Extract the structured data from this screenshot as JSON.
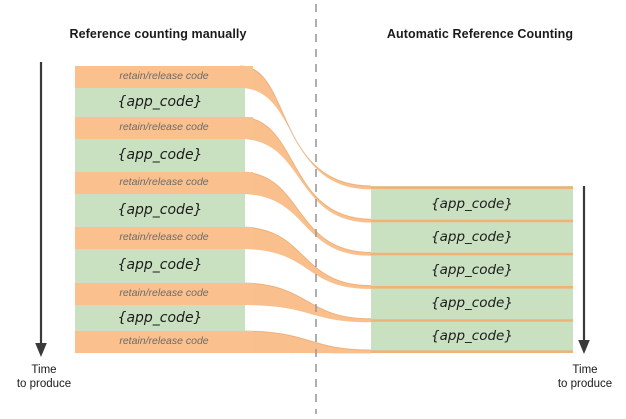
{
  "diagram": {
    "title_left": "Reference counting manually",
    "title_right": "Automatic Reference Counting",
    "axis_caption_line1": "Time",
    "axis_caption_line2": "to produce",
    "colors": {
      "retain_fill": "#fac08e",
      "app_fill": "#c9e1c1",
      "ribbon_fill": "#f9c08d",
      "ribbon_stroke": "#e8a56d",
      "divider": "#9a9a9a",
      "axis": "#3a3a3a",
      "retain_text": "#6b6b6b",
      "app_text": "#1b1b1b",
      "title_text": "#1a1a1a"
    },
    "left_column": {
      "label_retain": "retain/release code",
      "label_app": "{app_code}",
      "bands": [
        {
          "kind": "retain",
          "label": "retain/release code"
        },
        {
          "kind": "app",
          "label": "{app_code}"
        },
        {
          "kind": "retain",
          "label": "retain/release code"
        },
        {
          "kind": "app",
          "label": "{app_code}"
        },
        {
          "kind": "retain",
          "label": "retain/release code"
        },
        {
          "kind": "app",
          "label": "{app_code}"
        },
        {
          "kind": "retain",
          "label": "retain/release code"
        },
        {
          "kind": "app",
          "label": "{app_code}"
        },
        {
          "kind": "retain",
          "label": "retain/release code"
        },
        {
          "kind": "app",
          "label": "{app_code}"
        },
        {
          "kind": "retain",
          "label": "retain/release code"
        }
      ]
    },
    "right_column": {
      "label_app": "{app_code}",
      "bands": [
        {
          "kind": "app",
          "label": "{app_code}"
        },
        {
          "kind": "app",
          "label": "{app_code}"
        },
        {
          "kind": "app",
          "label": "{app_code}"
        },
        {
          "kind": "app",
          "label": "{app_code}"
        },
        {
          "kind": "app",
          "label": "{app_code}"
        }
      ]
    },
    "left_band_labels": [
      "retain/release code",
      "{app_code}",
      "retain/release code",
      "{app_code}",
      "retain/release code",
      "{app_code}",
      "retain/release code",
      "{app_code}",
      "retain/release code",
      "{app_code}",
      "retain/release code"
    ],
    "right_band_labels": [
      "{app_code}",
      "{app_code}",
      "{app_code}",
      "{app_code}",
      "{app_code}"
    ]
  }
}
